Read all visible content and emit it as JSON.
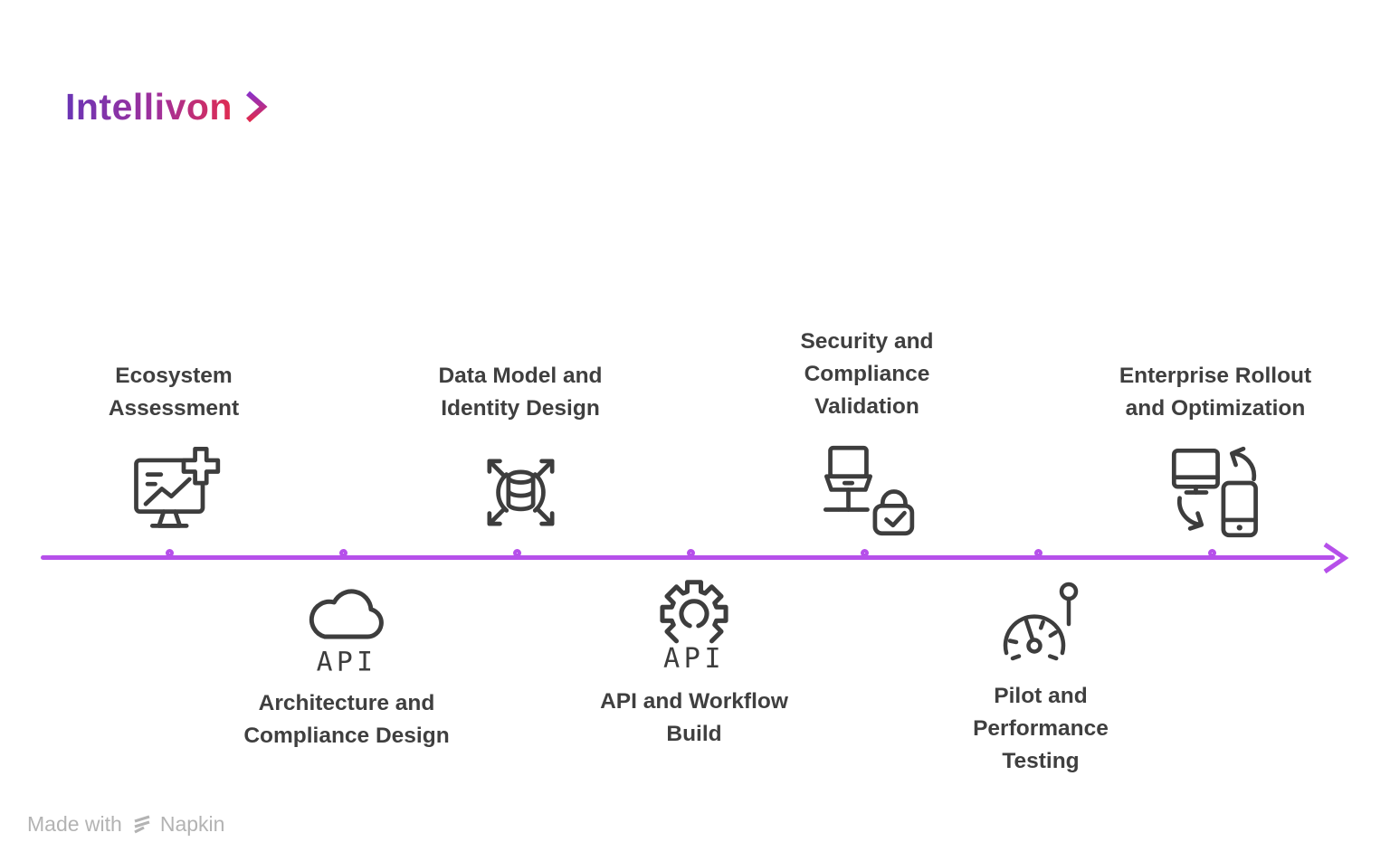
{
  "logo": {
    "text": "Intellivon"
  },
  "timeline": {
    "direction": "left-to-right",
    "node_count": 7,
    "accent_color": "#b650ea"
  },
  "colors": {
    "accent": "#b650ea",
    "icon_stroke": "#3d3d3d",
    "label_text": "#3f3f3f",
    "logo_gradient_start": "#6a35b5",
    "logo_gradient_end": "#e02c50",
    "footer_text": "#b3b3b3"
  },
  "icon_text": {
    "api": "API"
  },
  "milestones": [
    {
      "label": "Ecosystem\nAssessment",
      "icon": "monitor-chart-plus-icon",
      "position": "above"
    },
    {
      "label": "Architecture and\nCompliance Design",
      "icon": "cloud-api-icon",
      "position": "below"
    },
    {
      "label": "Data Model and\nIdentity Design",
      "icon": "database-scale-icon",
      "position": "above"
    },
    {
      "label": "API and Workflow\nBuild",
      "icon": "gear-api-icon",
      "position": "below"
    },
    {
      "label": "Security and\nCompliance\nValidation",
      "icon": "laptop-lock-icon",
      "position": "above"
    },
    {
      "label": "Pilot and\nPerformance\nTesting",
      "icon": "gauge-icon",
      "position": "below"
    },
    {
      "label": "Enterprise Rollout\nand Optimization",
      "icon": "devices-sync-icon",
      "position": "above"
    }
  ],
  "footer": {
    "prefix": "Made with",
    "brand": "Napkin"
  }
}
